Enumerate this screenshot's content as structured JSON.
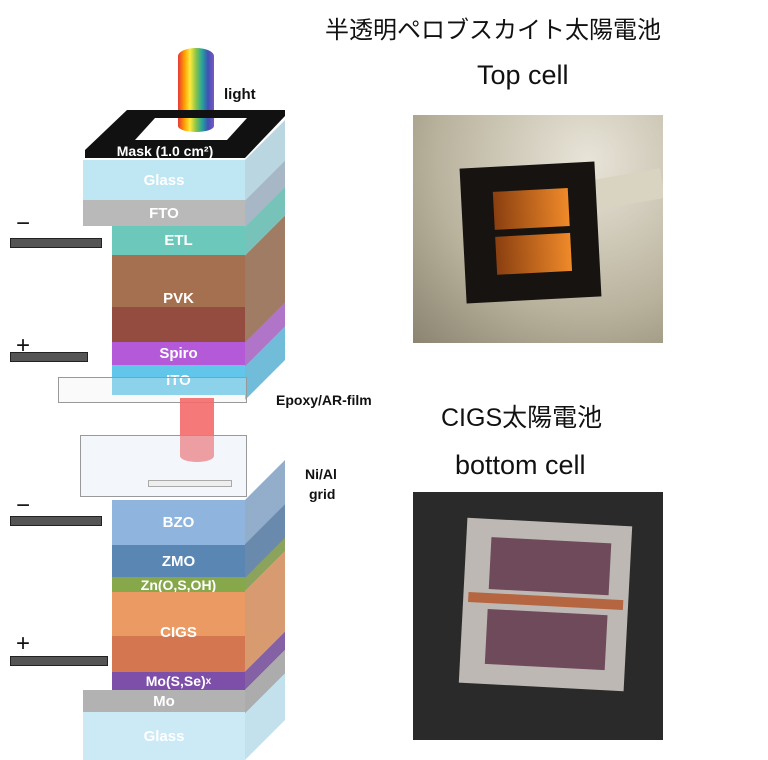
{
  "diagram": {
    "light_label": "light",
    "mask_label": "Mask (1.0 cm²)",
    "top_layers": [
      "Glass",
      "FTO",
      "ETL",
      "PVK",
      "Spiro",
      "ITO"
    ],
    "epoxy_label": "Epoxy/AR-film",
    "grid_label_1": "Ni/Al",
    "grid_label_2": "grid",
    "bottom_layers": [
      "BZO",
      "ZMO",
      "Zn(O,S,OH)",
      "CIGS",
      "Mo(S,Se)",
      "Mo",
      "Glass"
    ],
    "subscript_x": "x",
    "minus": "−",
    "plus": "+"
  },
  "right": {
    "top_title_jp": "半透明ペロブスカイト太陽電池",
    "top_title_en": "Top cell",
    "bottom_title_jp": "CIGS太陽電池",
    "bottom_title_en": "bottom cell"
  },
  "colors": {
    "glass": "#bfe6f3",
    "fto": "#b9b9b9",
    "etl": "#6cc8bb",
    "pvk": "#a5704f",
    "spiro": "#b45ad8",
    "ito": "#62c6ea",
    "bzo": "#8fb5de",
    "zmo": "#5a86b4",
    "zn": "#86a84a",
    "cigs": "#ec9a63",
    "mosse": "#7e4fa9",
    "mo": "#b2b2b2"
  }
}
